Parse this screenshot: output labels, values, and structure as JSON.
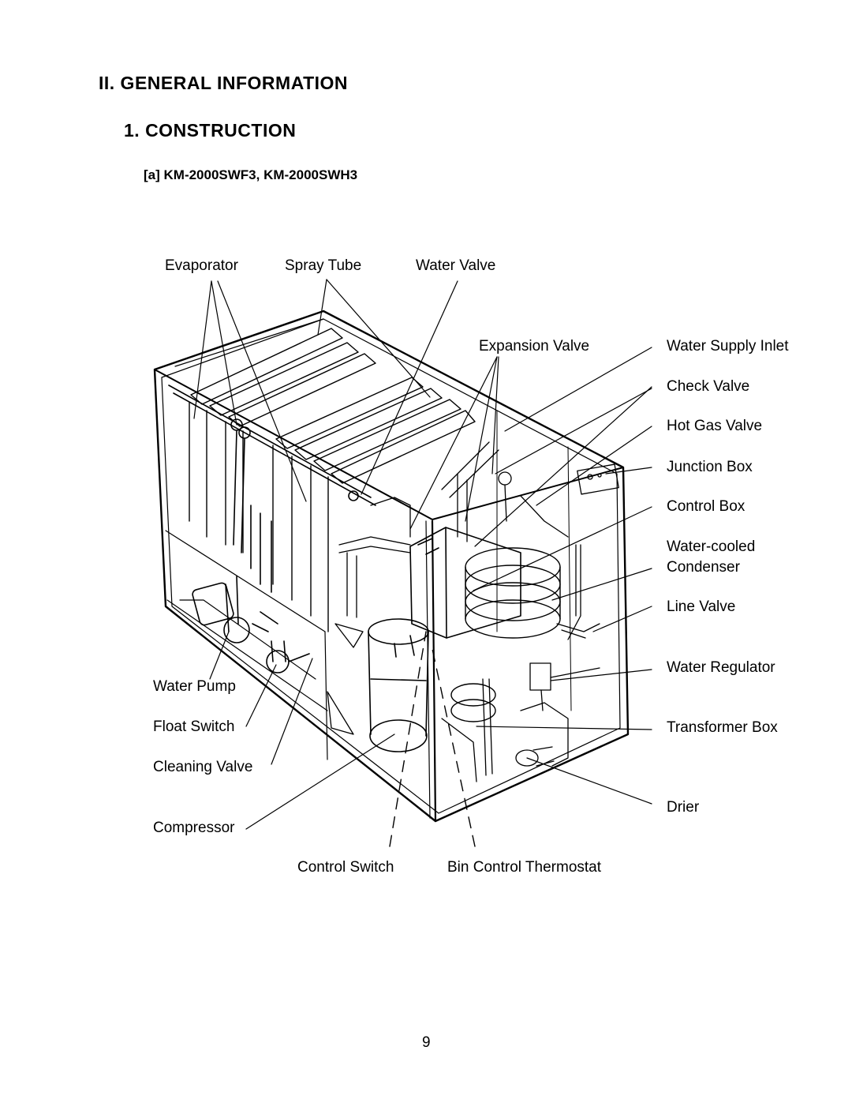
{
  "section_title": "II. GENERAL INFORMATION",
  "subsection_title": "1. CONSTRUCTION",
  "model_heading": "[a] KM-2000SWF3, KM-2000SWH3",
  "labels": {
    "evaporator": "Evaporator",
    "spray_tube": "Spray Tube",
    "water_valve": "Water Valve",
    "expansion_valve": "Expansion Valve",
    "water_supply_inlet": "Water Supply Inlet",
    "check_valve": "Check Valve",
    "hot_gas_valve": "Hot Gas Valve",
    "junction_box": "Junction Box",
    "control_box": "Control Box",
    "water_cooled": "Water-cooled",
    "condenser": "Condenser",
    "line_valve": "Line Valve",
    "water_regulator": "Water Regulator",
    "transformer_box": "Transformer Box",
    "drier": "Drier",
    "water_pump": "Water Pump",
    "float_switch": "Float Switch",
    "cleaning_valve": "Cleaning Valve",
    "compressor": "Compressor",
    "control_switch": "Control Switch",
    "bin_control_thermostat": "Bin Control Thermostat"
  },
  "page_number": "9"
}
